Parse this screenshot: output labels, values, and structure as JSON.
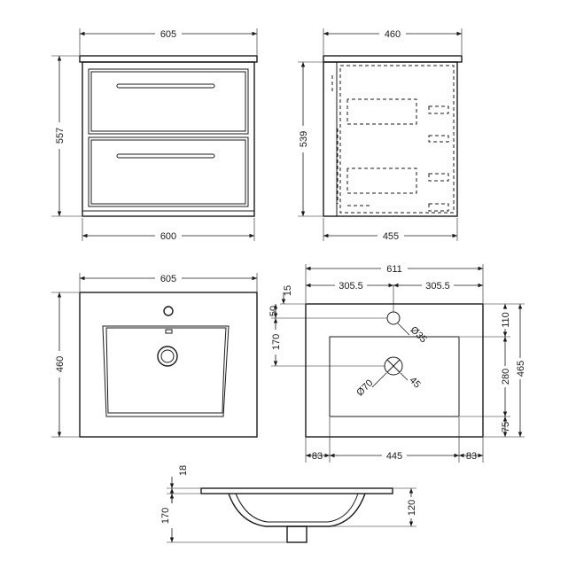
{
  "drawing": {
    "front_view": {
      "top_width": "605",
      "bottom_width": "600",
      "height": "557"
    },
    "side_view": {
      "top_depth": "460",
      "bottom_depth": "455",
      "height": "539"
    },
    "basin_top_view": {
      "width": "605",
      "depth": "460"
    },
    "basin_dimensioned_view": {
      "overall_width": "611",
      "left_half": "305.5",
      "right_half": "305.5",
      "top_offset": "15",
      "tap_hole_offset": "50",
      "waste_offset": "170",
      "tap_hole_diameter": "Ø35",
      "waste_diameter": "Ø70",
      "waste_angle": "45",
      "bowl_top_margin": "110",
      "bowl_depth": "280",
      "bowl_bottom_margin": "75",
      "overall_depth": "465",
      "left_margin": "83",
      "bowl_width": "445",
      "right_margin": "83"
    },
    "basin_section_view": {
      "rim_thickness": "18",
      "overall_height": "170",
      "bowl_height": "120"
    }
  }
}
